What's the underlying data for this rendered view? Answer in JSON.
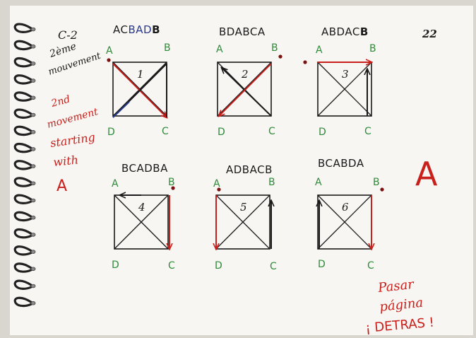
{
  "page_number": "22",
  "notes_black": [
    "C-2",
    "2ème",
    "mouvement"
  ],
  "notes_red": [
    "2nd",
    "movement",
    "starting",
    "with",
    "A"
  ],
  "big_letter": "A",
  "footer": [
    "Pasar",
    "página",
    "¡ DETRAS !"
  ],
  "diagrams": [
    {
      "number": "1",
      "sequence_parts": [
        "AC",
        "BAD",
        "B"
      ],
      "labels": [
        "A",
        "B",
        "D",
        "C"
      ]
    },
    {
      "number": "2",
      "sequence_parts": [
        "BDABCA"
      ],
      "labels": [
        "A",
        "B",
        "D",
        "C"
      ]
    },
    {
      "number": "3",
      "sequence_parts": [
        "ABDAC",
        "B"
      ],
      "labels": [
        "A",
        "B",
        "D",
        "C"
      ]
    },
    {
      "number": "4",
      "sequence_parts": [
        "BCADBA"
      ],
      "labels": [
        "A",
        "B",
        "D",
        "C"
      ]
    },
    {
      "number": "5",
      "sequence_parts": [
        "ADBACB"
      ],
      "labels": [
        "A",
        "B",
        "D",
        "C"
      ]
    },
    {
      "number": "6",
      "sequence_parts": [
        "BCABDA"
      ],
      "labels": [
        "A",
        "B",
        "D",
        "C"
      ]
    }
  ],
  "colors": {
    "paper": "#f7f6f2",
    "ink_black": "#1a1a1a",
    "ink_red": "#c8201c",
    "ink_green": "#2f8a3a",
    "ink_blue": "#2a3a8a"
  }
}
